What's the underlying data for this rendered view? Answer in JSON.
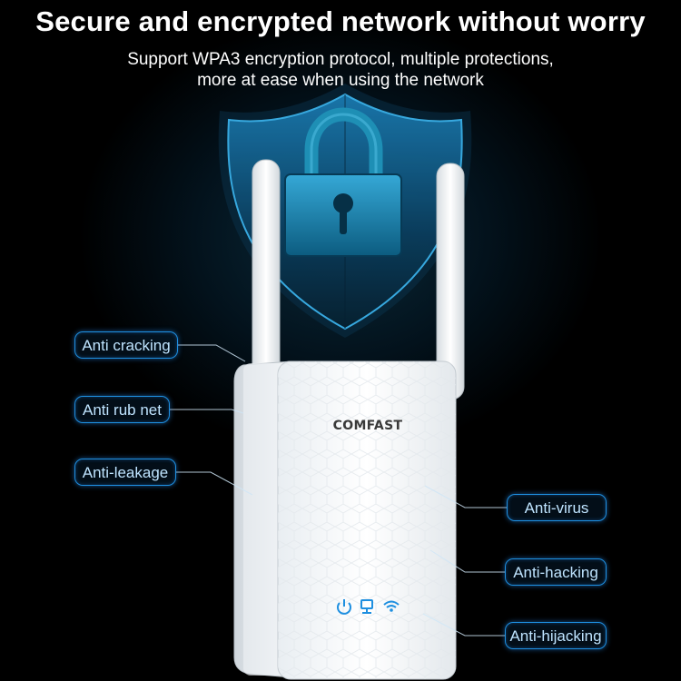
{
  "headline": "Secure and encrypted network without worry",
  "subtitle_line1": "Support WPA3 encryption protocol, multiple protections,",
  "subtitle_line2": "more at ease when using the network",
  "brand": "COMFAST",
  "left_labels": [
    "Anti cracking",
    "Anti rub net",
    "Anti-leakage"
  ],
  "right_labels": [
    "Anti-virus",
    "Anti-hacking",
    "Anti-hijacking"
  ],
  "colors": {
    "accent": "#1e8fe0",
    "shield": "#0e5a86",
    "lock": "#1e8fb5"
  },
  "icons": [
    "shield-icon",
    "lock-icon",
    "power-icon",
    "lan-icon",
    "wifi-icon"
  ]
}
